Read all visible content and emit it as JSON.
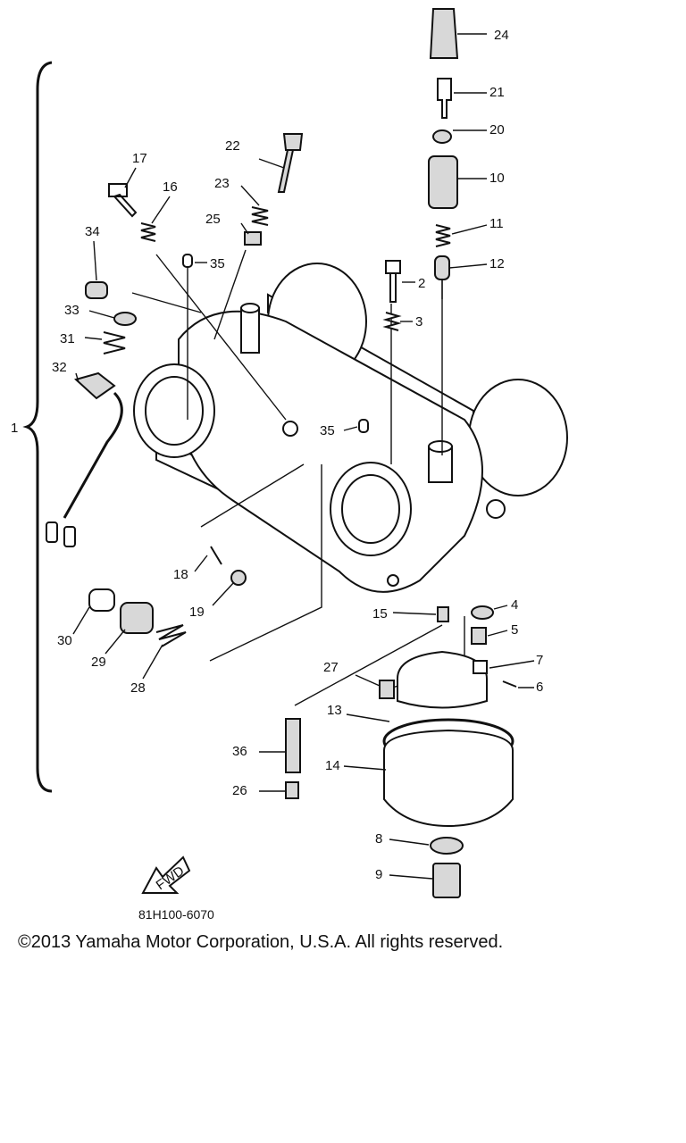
{
  "diagram": {
    "callouts": [
      "24",
      "21",
      "20",
      "10",
      "11",
      "12",
      "22",
      "17",
      "16",
      "23",
      "25",
      "34",
      "35",
      "2",
      "33",
      "3",
      "31",
      "32",
      "1",
      "35",
      "18",
      "19",
      "30",
      "29",
      "28",
      "15",
      "4",
      "5",
      "27",
      "7",
      "6",
      "13",
      "36",
      "14",
      "26",
      "8",
      "9"
    ],
    "fwd_label": "FWD"
  },
  "footer": {
    "part_number": "81H100-6070",
    "copyright": "©2013 Yamaha Motor Corporation, U.S.A. All rights reserved."
  }
}
